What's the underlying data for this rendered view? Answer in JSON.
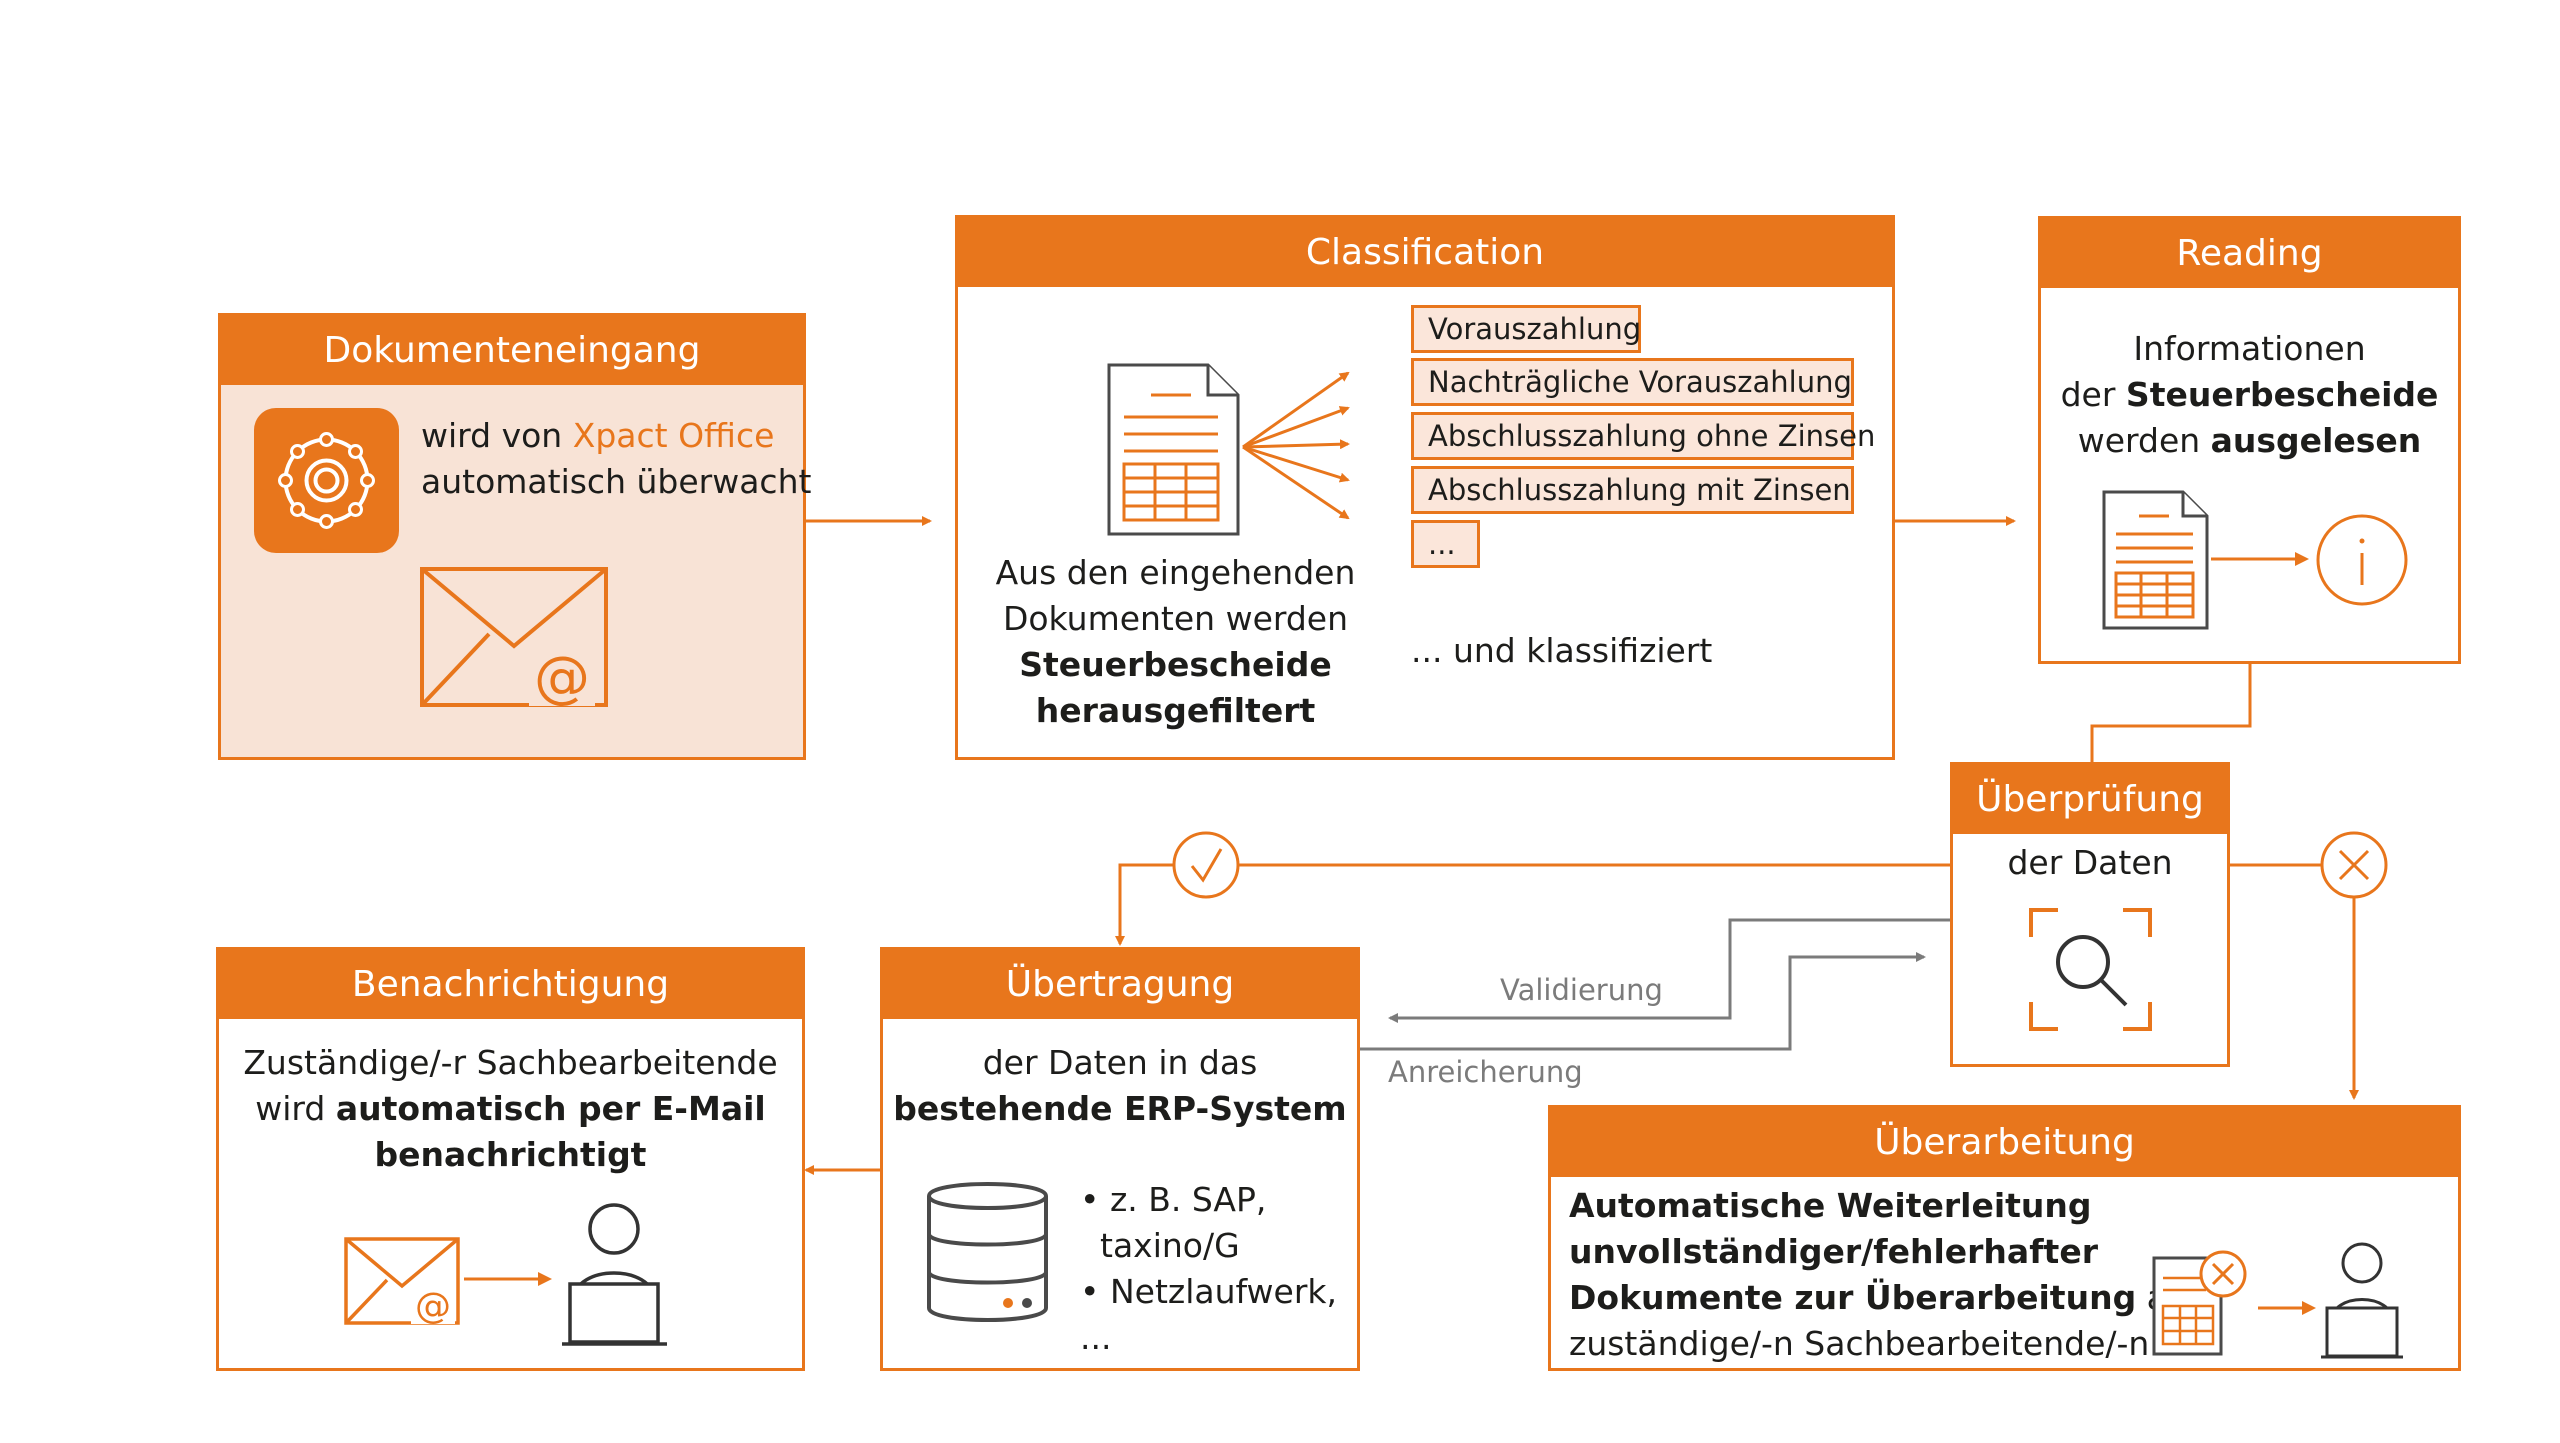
{
  "colors": {
    "accent": "#e8761c",
    "accent_light": "#f8e3d6",
    "text": "#1d1d1b",
    "gray": "#7b7b7b"
  },
  "dokumenteneingang": {
    "title": "Dokumenteneingang",
    "text_pre": "wird von ",
    "text_brand": "Xpact Office",
    "text_line2": "automatisch überwacht",
    "icons": [
      "gear-app-icon",
      "email-at-icon"
    ]
  },
  "classification": {
    "title": "Classification",
    "tags": [
      "Vorauszahlung",
      "Nachträgliche Vorauszahlung",
      "Abschlusszahlung ohne Zinsen",
      "Abschlusszahlung mit Zinsen",
      "..."
    ],
    "text_line1": "Aus den eingehenden",
    "text_line2": "Dokumenten werden",
    "text_bold1": "Steuerbescheide",
    "text_bold2": "herausgefiltert",
    "classified": "... und klassifiziert"
  },
  "reading": {
    "title": "Reading",
    "line1": "Informationen",
    "line2_pre": "der ",
    "line2_bold": "Steuerbescheide",
    "line3_pre": "werden ",
    "line3_bold": "ausgelesen"
  },
  "ueberpruefung": {
    "title": "Überprüfung",
    "text": "der Daten"
  },
  "uebertragung": {
    "title": "Übertragung",
    "line1": "der Daten in das",
    "line2_bold": "bestehende ERP-System",
    "bullets": [
      "• z. B. SAP,",
      "taxino/G",
      "• Netzlaufwerk,",
      "..."
    ]
  },
  "benachrichtigung": {
    "title": "Benachrichtigung",
    "line1": "Zuständige/-r Sachbearbeitende",
    "line2_pre": "wird ",
    "line2_bold": "automatisch per E-Mail",
    "line3_bold": "benachrichtigt"
  },
  "ueberarbeitung": {
    "title": "Überarbeitung",
    "line1_bold": "Automatische Weiterleitung",
    "line2_bold": "unvollständiger/fehlerhafter",
    "line3_bold": "Dokumente zur Überarbeitung",
    "line3_rest": " an",
    "line4": "zuständige/-n Sachbearbeitende/-n"
  },
  "flow_labels": {
    "validierung": "Validierung",
    "anreicherung": "Anreicherung"
  }
}
